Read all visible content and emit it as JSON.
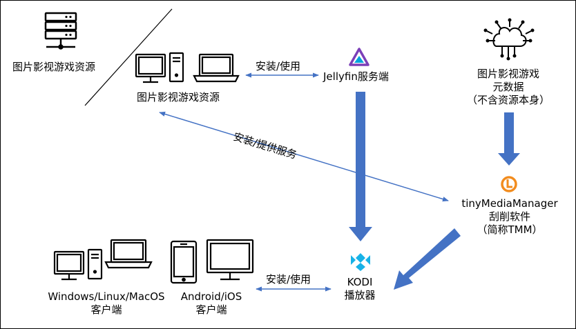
{
  "colors": {
    "arrow_fill": "#4472C4",
    "connector": "#4472C4",
    "stroke": "#000000",
    "jellyfin_purple": "#7B3FB8",
    "jellyfin_blue": "#00A4DC",
    "tmm_orange": "#F28C1E",
    "kodi_blue": "#17B2E7"
  },
  "icons": {
    "server": "server-icon",
    "cloud": "cloud-network-icon",
    "jellyfin": "jellyfin-logo-icon",
    "tmm": "tinymediamanager-logo-icon",
    "kodi": "kodi-logo-icon",
    "desktop": "desktop-computer-icon",
    "laptop": "laptop-icon",
    "phone": "mobile-phone-icon",
    "monitor": "monitor-icon"
  },
  "labels": {
    "server_resources": "图片影视游戏资源",
    "local_resources": "图片影视游戏资源",
    "install_use_top": "安装/使用",
    "jellyfin": "Jellyfin服务端",
    "metadata_line1": "图片影视游戏",
    "metadata_line2": "元数据",
    "metadata_line3": "（不含资源本身）",
    "install_provide": "安装/提供服务",
    "tmm_line1": "tinyMediaManager",
    "tmm_line2": "刮削软件",
    "tmm_line3": "（简称TMM）",
    "install_use_bottom": "安装/使用",
    "kodi_line1": "KODI",
    "kodi_line2": "播放器",
    "pc_clients_line1": "Windows/Linux/MacOS",
    "pc_clients_line2": "客户端",
    "mobile_clients_line1": "Android/iOS",
    "mobile_clients_line2": "客户端"
  }
}
